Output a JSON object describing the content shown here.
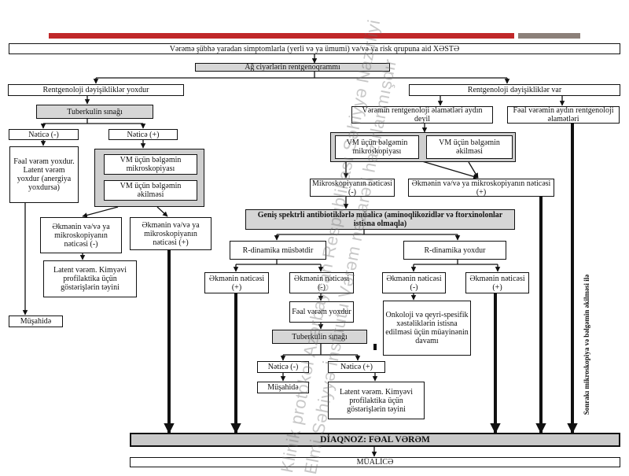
{
  "nodes": {
    "patient": "Vərəmə şübhə yaradan simptomlarla (yerli və ya ümumi) və/və ya risk qrupuna aid XƏSTƏ",
    "xray": "Ağ ciyərlərin rentgenoqrammı",
    "no_changes": "Rentgenoloji dəyişikliklər yoxdur",
    "changes": "Rentgenoloji dəyişikliklər var",
    "tuberculin_left": "Tuberkulin sınağı",
    "result_neg_left": "Nəticə (-)",
    "result_pos_left": "Nəticə (+)",
    "no_active_tb": "Fəal vərəm yoxdur. Latent vərəm yoxdur (anergiya yoxdursa)",
    "vm_microscopy_left": "VM üçün bəlgəmin mikroskopiyası",
    "vm_culture_left": "VM üçün bəlgəmin əkilməsi",
    "culture_neg_left": "Əkmənin və/və ya mikroskopiyanın nəticəsi (-)",
    "culture_pos_left": "Əkmənin və/və ya mikroskopiyanın nəticəsi (+)",
    "latent_left": "Latent vərəm. Kimyəvi profilaktika üçün göstərişlərin təyini",
    "observation_left": "Müşahidə",
    "xray_not_clear": "Vərəmin rentgenoloji əlamətləri aydın deyil",
    "xray_clear": "Fəal vərəmin aydın rentgenoloji əlamətləri",
    "vm_microscopy_right": "VM üçün bəlgəmin mikroskopiyası",
    "vm_culture_right": "VM üçün bəlgəmin əkilməsi",
    "microscopy_neg": "Mikroskopiyanın nəticəsi (-)",
    "culture_pos_mid": "Əkmənin və/və ya mikroskopiyanın nəticəsi (+)",
    "antibiotics": "Geniş spektrli antibiotiklərlə müalicə (aminoqlikozidlər və ftorxinolonlar istisna olmaqla)",
    "r_dynamics_yes": "R-dinamika müsbətdir",
    "r_dynamics_no": "R-dinamika yoxdur",
    "culture_pos_a": "Əkmənin nəticəsi (+)",
    "culture_neg_a": "Əkmənin nəticəsi (-)",
    "culture_neg_b": "Əkmənin nəticəsi (-)",
    "culture_pos_b": "Əkmənin nəticəsi (+)",
    "no_active_tb_mid": "Fəal vərəm yoxdur",
    "oncology": "Onkoloji və qeyri-spesifik xəstəliklərin istisna edilməsi üçün müayinənin davamı",
    "tuberculin_mid": "Tuberkulin sınağı",
    "result_neg_mid": "Nəticə (-)",
    "result_pos_mid": "Nəticə (+)",
    "observation_mid": "Müşahidə",
    "latent_mid": "Latent vərəm. Kimyəvi profilaktika üçün göstərişlərin təyini",
    "diagnosis": "DİAQNOZ: FƏAL VƏRƏM",
    "treatment": "MÜALİCƏ"
  },
  "vertical_label": "Sonrakı mikroskopiya və bəlgəmin əkilməsi ilə",
  "watermarks": [
    "Klinik protokol Azərbaycan Respublikası Səhiyyə Nazirliyi",
    "Elmi Səhiyyə İnstitutu Vərəm nəzarəti hazırlanmışdır"
  ],
  "colors": {
    "accent_bar": "#c0282a",
    "secondary_bar": "#8c8079",
    "shaded_box": "#d6d6d6"
  }
}
